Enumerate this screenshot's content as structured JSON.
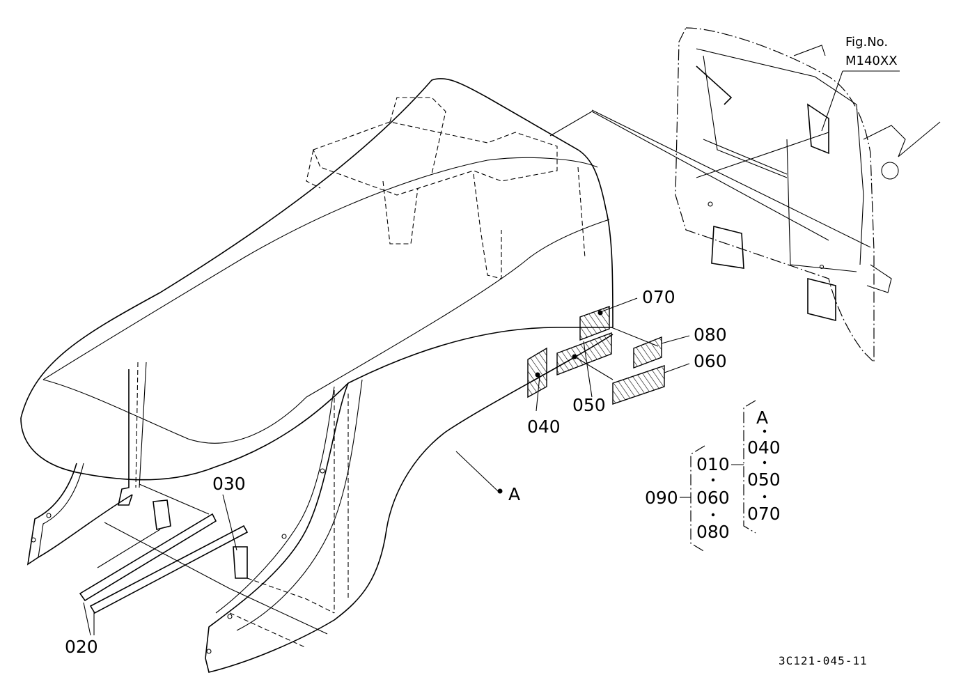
{
  "figure": {
    "ref_label": "Fig.No.",
    "ref_number": "M140XX",
    "drawing_code": "3C121-045-11"
  },
  "callouts": {
    "p010": "010",
    "p020": "020",
    "p030": "030",
    "p040": "040",
    "p050": "050",
    "p060": "060",
    "p070": "070",
    "p080": "080",
    "p090": "090",
    "ref_a": "A"
  },
  "assembly_tree": {
    "root": "090",
    "group_left": [
      "010",
      "060",
      "080"
    ],
    "group_right_header": "A",
    "group_right": [
      "040",
      "050",
      "070"
    ]
  }
}
